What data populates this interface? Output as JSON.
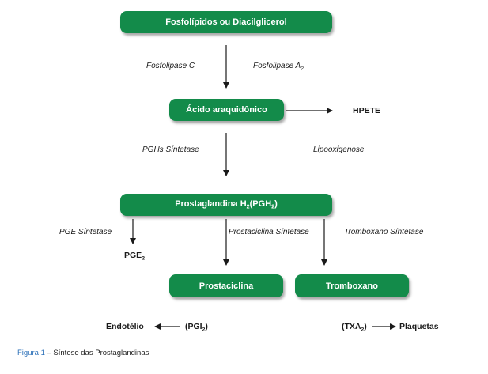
{
  "nodes": {
    "phospholipids": "Fosfolípidos ou Diacilglicerol",
    "arachidonic": "Ácido araquidônico",
    "pgh2_main": "Prostaglandina H",
    "pgh2_sub": "2",
    "pgh2_paren": "(PGH",
    "pgh2_paren_sub": "2",
    "pgh2_close": ")",
    "prostacyclin": "Prostaciclina",
    "thromboxane": "Tromboxano"
  },
  "enzymes": {
    "phospholipase_c": "Fosfolipase C",
    "phospholipase_a": "Fosfolipase A",
    "phospholipase_a_sub": "2",
    "pgh_synthetase": "PGHs Síntetase",
    "lipoxygenase": "Lipooxigenose",
    "pge_synthetase": "PGE Síntetase",
    "prostacyclin_synthetase": "Prostaciclina Síntetase",
    "thromboxane_synthetase": "Tromboxano Síntetase"
  },
  "products": {
    "hpete": "HPETE",
    "pge": "PGE",
    "pge_sub": "2",
    "endothelium": "Endotélio",
    "pgi_open": "(PGI",
    "pgi_sub": "2",
    "pgi_close": ")",
    "txa_open": "(TXA",
    "txa_sub": "2",
    "txa_close": ")",
    "platelets": "Plaquetas"
  },
  "caption": {
    "figure": "Figura 1",
    "text": " – Síntese das Prostaglandinas"
  },
  "colors": {
    "box_fill": "#138b4a",
    "box_text": "#ffffff",
    "caption_figure": "#2a6fb8"
  }
}
